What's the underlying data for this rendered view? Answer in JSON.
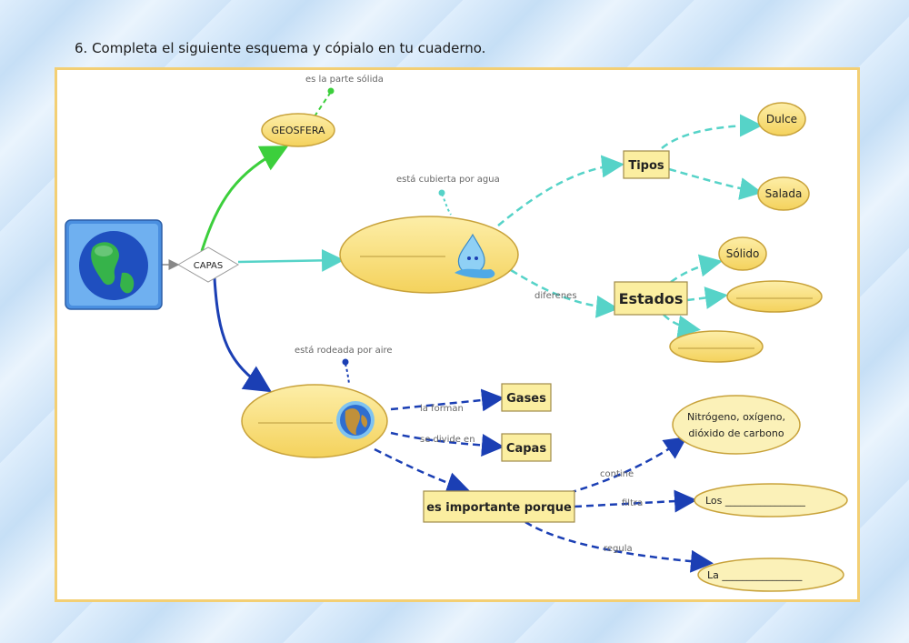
{
  "title": "6. Completa el siguiente esquema y cópialo en tu cuaderno.",
  "central": "CAPAS",
  "geosfera": {
    "name": "GEOSFERA",
    "note": "es la parte sólida"
  },
  "hidrosfera": {
    "note": "está cubierta por agua",
    "tipos": {
      "name": "Tipos",
      "items": [
        "Dulce",
        "Salada"
      ]
    },
    "estados_link": "diferenes",
    "estados": {
      "name": "Estados",
      "items": [
        "Sólido",
        "",
        ""
      ]
    }
  },
  "atmosfera": {
    "note": "está rodeada por aire",
    "link_gases": "la forman",
    "gases": "Gases",
    "link_capas": "se divide en",
    "capas": "Capas",
    "importance": "es importante porque",
    "link_contiene": "contine",
    "gases_list": [
      "Nitrógeno, oxígeno,",
      "dióxido de carbono"
    ],
    "link_filtra": "filtra",
    "filtra_answer": "Los ________________",
    "link_regula": "regula",
    "regula_answer": "La ________________"
  },
  "colors": {
    "node_fill": "#f8df7a",
    "node_stroke": "#c8a23a",
    "box_fill": "#fbeea0",
    "green": "#3ccf3c",
    "cyan": "#56d3c8",
    "blue": "#1b3fb4",
    "frame": "#f3cf74"
  },
  "icons": [
    "globe-icon",
    "water-drop-icon",
    "earth-icon"
  ]
}
